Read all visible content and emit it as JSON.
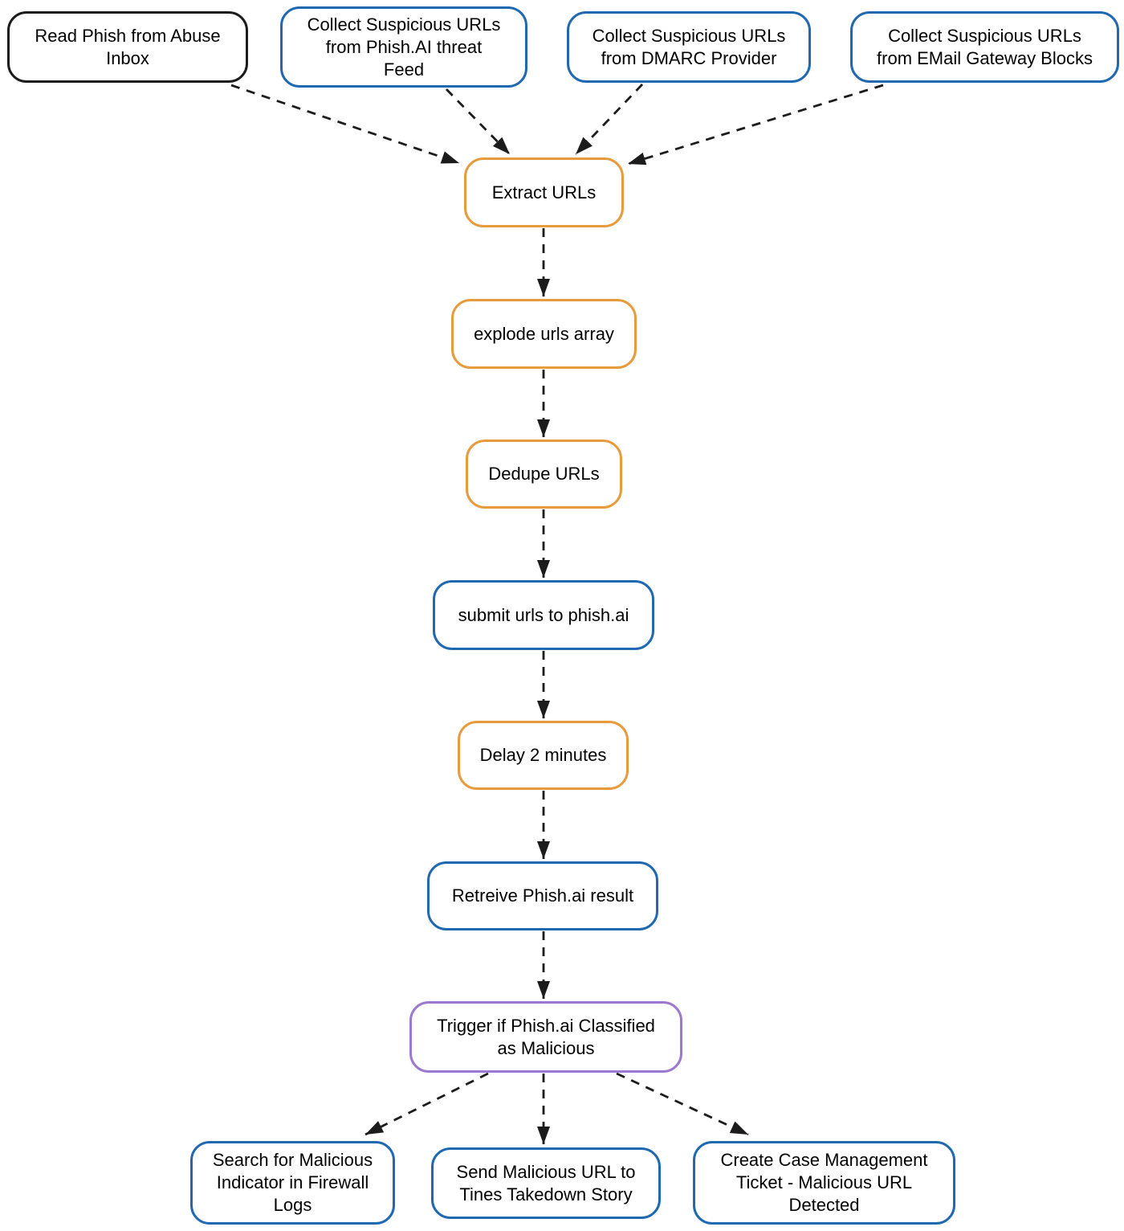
{
  "diagram": {
    "type": "flowchart",
    "colors": {
      "source_blue": "#2069B1",
      "process_orange": "#E89B3C",
      "trigger_purple": "#9B79CF",
      "inbox_black": "#1C1C1C",
      "edge": "#1C1C1C",
      "node_fill": "#FFFFFF",
      "background": "#FFFFFF",
      "text": "#000000"
    },
    "nodes": {
      "read_inbox": {
        "label": "Read Phish from Abuse\nInbox"
      },
      "phishai_feed": {
        "label": "Collect Suspicious URLs\nfrom Phish.AI threat\nFeed"
      },
      "dmarc": {
        "label": "Collect Suspicious URLs\nfrom DMARC Provider"
      },
      "email_gateway": {
        "label": "Collect Suspicious URLs\nfrom EMail Gateway Blocks"
      },
      "extract_urls": {
        "label": "Extract URLs"
      },
      "explode_urls": {
        "label": "explode urls array"
      },
      "dedupe_urls": {
        "label": "Dedupe URLs"
      },
      "submit_urls": {
        "label": "submit urls to phish.ai"
      },
      "delay": {
        "label": "Delay 2 minutes"
      },
      "retrieve_result": {
        "label": "Retreive Phish.ai result"
      },
      "trigger": {
        "label": "Trigger if Phish.ai Classified\nas Malicious"
      },
      "search_firewall": {
        "label": "Search for Malicious\nIndicator in Firewall\nLogs"
      },
      "send_takedown": {
        "label": "Send Malicious URL to\nTines Takedown Story"
      },
      "create_ticket": {
        "label": "Create Case Management\nTicket - Malicious URL\nDetected"
      }
    },
    "edges": [
      {
        "from": "read_inbox",
        "to": "extract_urls"
      },
      {
        "from": "phishai_feed",
        "to": "extract_urls"
      },
      {
        "from": "dmarc",
        "to": "extract_urls"
      },
      {
        "from": "email_gateway",
        "to": "extract_urls"
      },
      {
        "from": "extract_urls",
        "to": "explode_urls"
      },
      {
        "from": "explode_urls",
        "to": "dedupe_urls"
      },
      {
        "from": "dedupe_urls",
        "to": "submit_urls"
      },
      {
        "from": "submit_urls",
        "to": "delay"
      },
      {
        "from": "delay",
        "to": "retrieve_result"
      },
      {
        "from": "retrieve_result",
        "to": "trigger"
      },
      {
        "from": "trigger",
        "to": "search_firewall"
      },
      {
        "from": "trigger",
        "to": "send_takedown"
      },
      {
        "from": "trigger",
        "to": "create_ticket"
      }
    ]
  }
}
